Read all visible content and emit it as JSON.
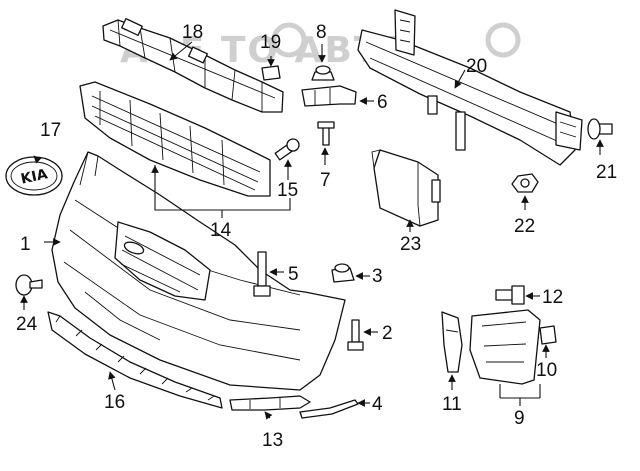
{
  "watermark": {
    "text": "ААЕ ТО  АВТО"
  },
  "emblem": {
    "text": "KIA"
  },
  "callouts": {
    "c1": "1",
    "c2": "2",
    "c3": "3",
    "c4": "4",
    "c5": "5",
    "c6": "6",
    "c7": "7",
    "c8": "8",
    "c9": "9",
    "c10": "10",
    "c11": "11",
    "c12": "12",
    "c13": "13",
    "c14": "14",
    "c15": "15",
    "c16": "16",
    "c17": "17",
    "c18": "18",
    "c19": "19",
    "c20": "20",
    "c21": "21",
    "c22": "22",
    "c23": "23",
    "c24": "24"
  }
}
